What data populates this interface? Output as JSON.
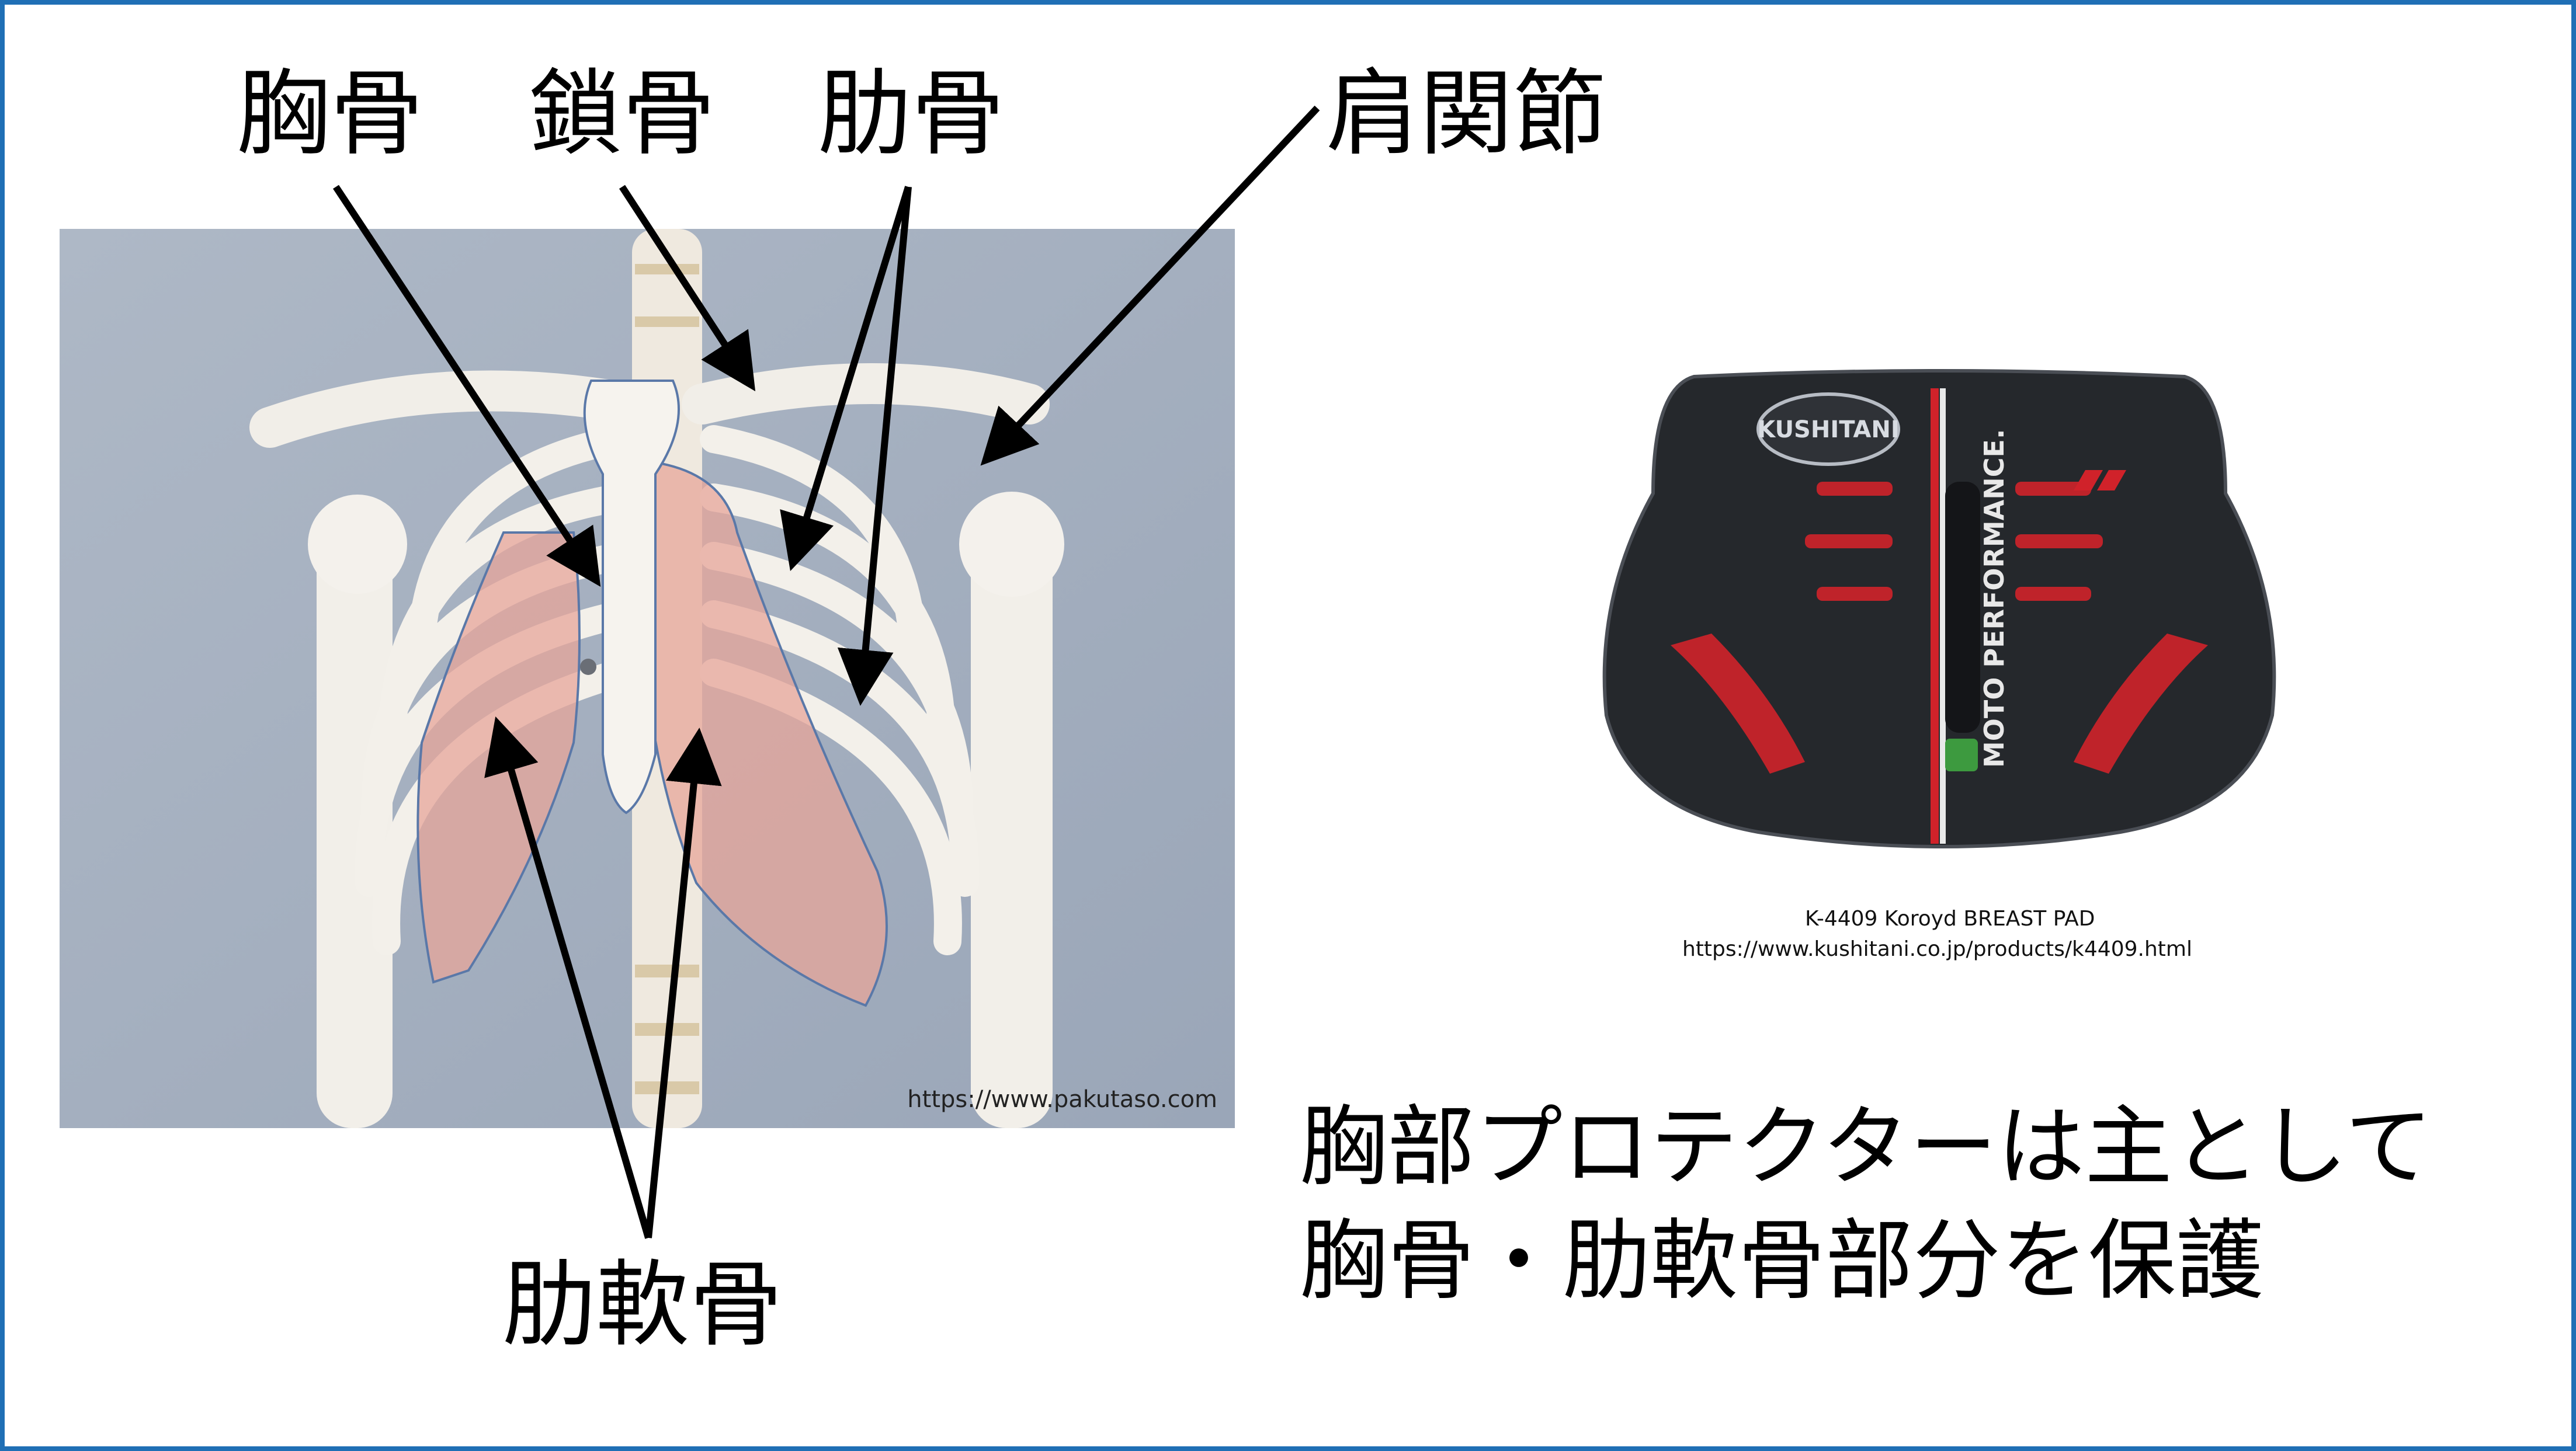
{
  "labels": {
    "sternum_top": "胸骨",
    "clavicle": "鎖骨",
    "rib": "肋骨",
    "shoulder_joint": "肩関節",
    "costal_cartilage": "肋軟骨"
  },
  "photo_credit": "https://www.pakutaso.com",
  "product": {
    "brand_logo": "KUSHITANI",
    "side_text": "MOTO PERFORMANCE.",
    "caption_name": "K-4409 Koroyd BREAST PAD",
    "caption_url": "https://www.kushitani.co.jp/products/k4409.html"
  },
  "message": {
    "line1": "胸部プロテクターは主として",
    "line2": "胸骨・肋軟骨部分を保護"
  },
  "colors": {
    "frame": "#1f6fb5",
    "cartilage_highlight": "#e7a59a",
    "pad_body": "#25282c",
    "pad_red": "#d0222a"
  }
}
